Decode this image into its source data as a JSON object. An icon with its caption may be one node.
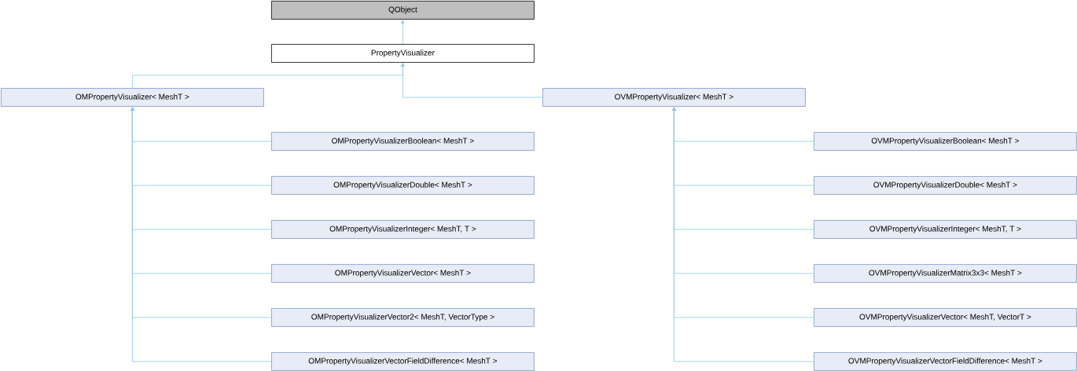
{
  "diagram": {
    "nodes": [
      {
        "text": [
          "QObject"
        ]
      },
      {
        "text": [
          "PropertyVisualizer"
        ]
      },
      {
        "text": [
          "OMPropertyVisualizer< MeshT >"
        ]
      },
      {
        "text": [
          "OVMPropertyVisualizer< MeshT >"
        ]
      },
      {
        "text": [
          "OMPropertyVisualizerBoolean< MeshT >"
        ]
      },
      {
        "text": [
          "OMPropertyVisualizerDouble< MeshT >"
        ]
      },
      {
        "text": [
          "OMPropertyVisualizerInteger< MeshT, T >"
        ]
      },
      {
        "text": [
          "OMPropertyVisualizerVector< MeshT >"
        ]
      },
      {
        "text": [
          "OMPropertyVisualizerVector2< MeshT, VectorType >"
        ]
      },
      {
        "text": [
          "OMPropertyVisualizerVectorFieldDifference< MeshT >"
        ]
      },
      {
        "text": [
          "OVMPropertyVisualizerBoolean< MeshT >"
        ]
      },
      {
        "text": [
          "OVMPropertyVisualizerDouble< MeshT >"
        ]
      },
      {
        "text": [
          "OVMPropertyVisualizerInteger< MeshT, T >"
        ]
      },
      {
        "text": [
          "OVMPropertyVisualizerMatrix3x3< MeshT >"
        ]
      },
      {
        "text": [
          "OVMPropertyVisualizerVector< MeshT, VectorT >"
        ]
      },
      {
        "text": [
          "OVMPropertyVisualizerVectorFieldDifference< MeshT >"
        ]
      }
    ],
    "edges": [
      {
        "from": 1,
        "to": 0,
        "arrow": "to"
      },
      {
        "from": 2,
        "to": 1,
        "arrow": "to"
      },
      {
        "from": 3,
        "to": 1,
        "arrow": "to"
      },
      {
        "from": 4,
        "to": 2,
        "arrow": "to"
      },
      {
        "from": 5,
        "to": 2,
        "arrow": "to"
      },
      {
        "from": 6,
        "to": 2,
        "arrow": "to"
      },
      {
        "from": 7,
        "to": 2,
        "arrow": "to"
      },
      {
        "from": 8,
        "to": 2,
        "arrow": "to"
      },
      {
        "from": 9,
        "to": 2,
        "arrow": "to"
      },
      {
        "from": 10,
        "to": 3,
        "arrow": "to"
      },
      {
        "from": 11,
        "to": 3,
        "arrow": "to"
      },
      {
        "from": 12,
        "to": 3,
        "arrow": "to"
      },
      {
        "from": 13,
        "to": 3,
        "arrow": "to"
      },
      {
        "from": 14,
        "to": 3,
        "arrow": "to"
      },
      {
        "from": 15,
        "to": 3,
        "arrow": "to"
      }
    ]
  }
}
